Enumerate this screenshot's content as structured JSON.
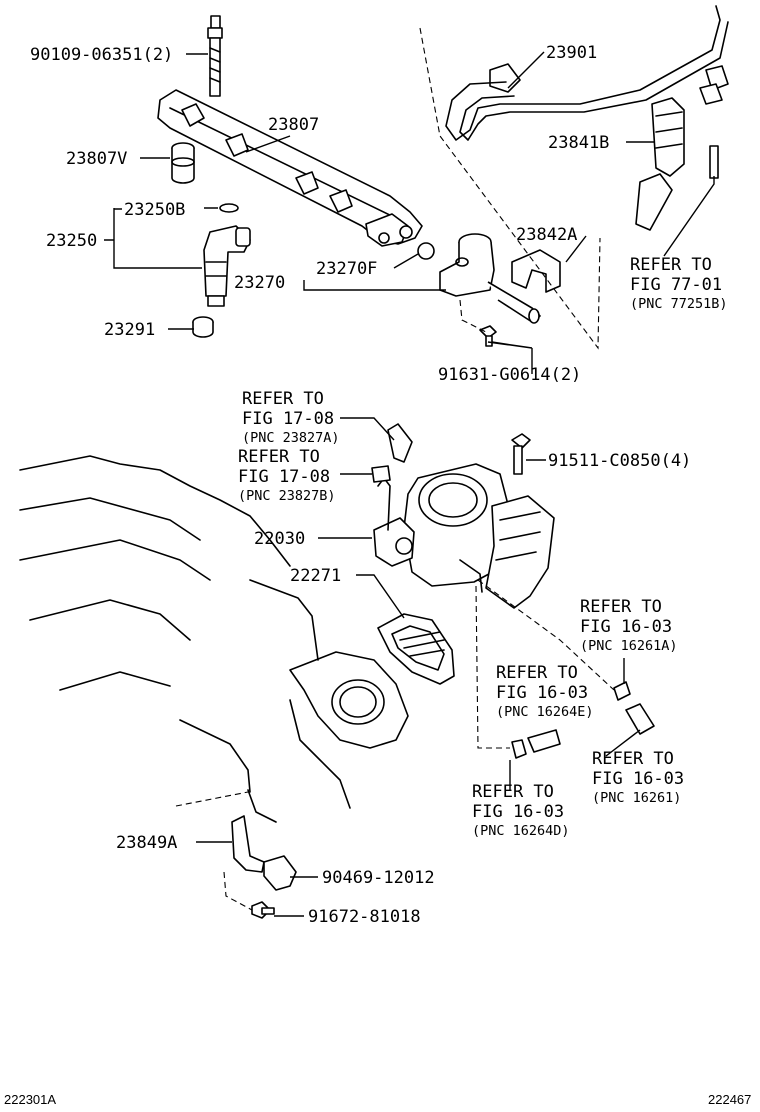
{
  "parts": {
    "p1": "90109-06351(2)",
    "p2": "23807",
    "p3": "23807V",
    "p4": "23250B",
    "p5": "23250",
    "p6": "23270F",
    "p7": "23270",
    "p8": "23291",
    "p9": "23901",
    "p10": "23841B",
    "p11": "23842A",
    "p12": "91631-G0614(2)",
    "p13": "91511-C0850(4)",
    "p14": "22030",
    "p15": "22271",
    "p16": "23849A",
    "p17": "90469-12012",
    "p18": "91672-81018"
  },
  "refs": {
    "r1": [
      "REFER TO",
      "FIG 77-01",
      "(PNC 77251B)"
    ],
    "r2": [
      "REFER TO",
      "FIG 17-08",
      "(PNC 23827A)"
    ],
    "r3": [
      "REFER TO",
      "FIG 17-08",
      "(PNC 23827B)"
    ],
    "r4": [
      "REFER TO",
      "FIG 16-03",
      "(PNC 16261A)"
    ],
    "r5": [
      "REFER TO",
      "FIG 16-03",
      "(PNC 16264E)"
    ],
    "r6": [
      "REFER TO",
      "FIG 16-03",
      "(PNC 16261)"
    ],
    "r7": [
      "REFER TO",
      "FIG 16-03",
      "(PNC 16264D)"
    ]
  },
  "footer": {
    "left_code": "222301A",
    "right_code": "222467"
  }
}
